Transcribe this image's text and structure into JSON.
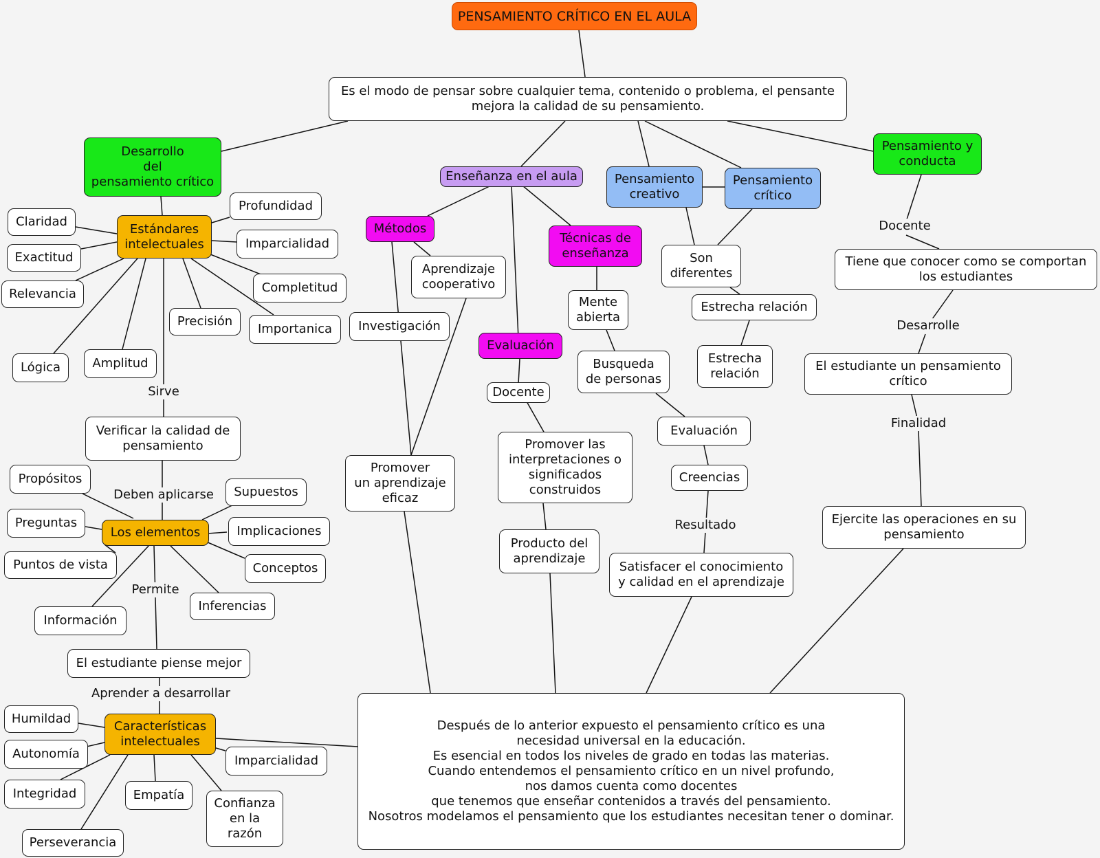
{
  "nodes": {
    "root": "PENSAMIENTO CRÍTICO EN EL AULA",
    "def": "Es el modo de pensar sobre cualquier tema, contenido o problema, el pensante\nmejora la calidad de su pensamiento.",
    "desarrollo": "Desarrollo\ndel\npensamiento crítico",
    "estandares": "Estándares\nintelectuales",
    "claridad": "Claridad",
    "exactitud": "Exactitud",
    "relevancia": "Relevancia",
    "logica": "Lógica",
    "amplitud": "Amplitud",
    "precision": "Precisión",
    "importanica": "Importanica",
    "completitud": "Completitud",
    "imparcialidad1": "Imparcialidad",
    "profundidad": "Profundidad",
    "verificar": "Verificar la calidad de\npensamiento",
    "propositos": "Propósitos",
    "preguntas": "Preguntas",
    "puntos": "Puntos de vista",
    "informacion": "Información",
    "elementos": "Los elementos",
    "supuestos": "Supuestos",
    "implicaciones": "Implicaciones",
    "conceptos": "Conceptos",
    "inferencias": "Inferencias",
    "piense": "El estudiante piense mejor",
    "caracteristicas": "Características\nintelectuales",
    "humildad": "Humildad",
    "autonomia": "Autonomía",
    "integridad": "Integridad",
    "perseverancia": "Perseverancia",
    "empatia": "Empatía",
    "confianza": "Confianza\nen la\nrazón",
    "imparcialidad2": "Imparcialidad",
    "ensenanza": "Enseñanza en el aula",
    "metodos": "Métodos",
    "aprendizaje": "Aprendizaje\ncooperativo",
    "investigacion": "Investigación",
    "promover_ap": "Promover\nun aprendizaje\neficaz",
    "evaluacion1": "Evaluación",
    "docente1": "Docente",
    "promover_int": "Promover las\ninterpretaciones o\nsignificados\nconstruidos",
    "producto": "Producto del\naprendizaje",
    "tecnicas": "Técnicas de\nenseñanza",
    "mente": "Mente\nabierta",
    "busqueda": "Busqueda\nde personas",
    "evaluacion2": "Evaluación",
    "creencias": "Creencias",
    "satisfacer": "Satisfacer el conocimiento\ny calidad en el aprendizaje",
    "creativo": "Pensamiento\ncreativo",
    "critico": "Pensamiento\ncrítico",
    "son": "Son\ndiferentes",
    "estrecha1": "Estrecha relación",
    "estrecha2": "Estrecha\nrelación",
    "conducta": "Pensamiento y\nconducta",
    "tiene": "Tiene que conocer como se comportan\nlos estudiantes",
    "estudiante": "El estudiante un pensamiento\ncrítico",
    "ejercite": "Ejercite las operaciones en su\npensamiento",
    "final": "Después de lo anterior expuesto el pensamiento crítico es una\nnecesidad universal en la educación.\nEs esencial en todos los niveles de grado en todas las materias.\nCuando entendemos el pensamiento crítico en un nivel profundo,\nnos damos cuenta como docentes\nque tenemos que enseñar contenidos a través del pensamiento.\nNosotros modelamos el pensamiento que los estudiantes necesitan tener o dominar."
  },
  "edge_labels": {
    "sirve": "Sirve",
    "deben": "Deben aplicarse",
    "permite": "Permite",
    "aprender": "Aprender a desarrollar",
    "docente2": "Docente",
    "desarrolle": "Desarrolle",
    "finalidad": "Finalidad",
    "resultado": "Resultado"
  },
  "colors": {
    "root": "#ff6a10",
    "green": "#18e818",
    "purple": "#c79cf2",
    "magenta": "#f20cf2",
    "blue": "#93bdf5",
    "orange": "#f5b400",
    "background": "#f4f4f4"
  }
}
